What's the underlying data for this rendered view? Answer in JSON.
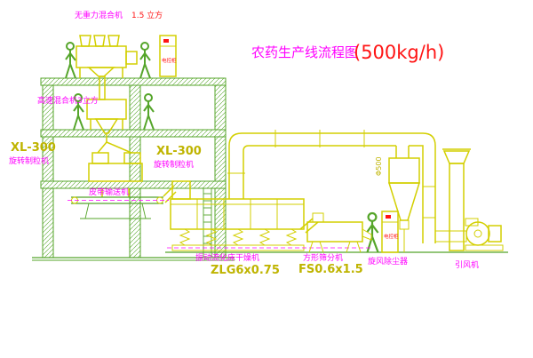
{
  "title": {
    "name": "农药生产线流程图",
    "capacity": "(500kg/h)"
  },
  "equipment": {
    "mixer_top": {
      "name": "无重力混合机",
      "size": "1.5 立方"
    },
    "mixer_mid": {
      "name": "高速混合机3立方"
    },
    "granulator_left": {
      "model": "XL-300",
      "name": "旋转制粒机"
    },
    "granulator_mid": {
      "model": "XL-300",
      "name": "旋转制粒机"
    },
    "belt_conveyor": {
      "name": "皮带输送机"
    },
    "dryer": {
      "name": "振动流化床干燥机",
      "model": "ZLG6x0.75"
    },
    "sieve": {
      "name": "方形筛分机",
      "model": "FS0.6x1.5"
    },
    "cyclone": {
      "name": "旋风除尘器"
    },
    "fan": {
      "name": "引风机"
    },
    "duct": {
      "dim": "Φ500"
    },
    "cabinet": {
      "label": "电控柜"
    }
  },
  "colors": {
    "background": "#ffffff",
    "structure_green": "#55a52a",
    "equipment_yellow": "#d3cf00",
    "label_magenta": "#ff00ff",
    "label_red": "#ff1414",
    "model_yellow": "#bfb400"
  }
}
